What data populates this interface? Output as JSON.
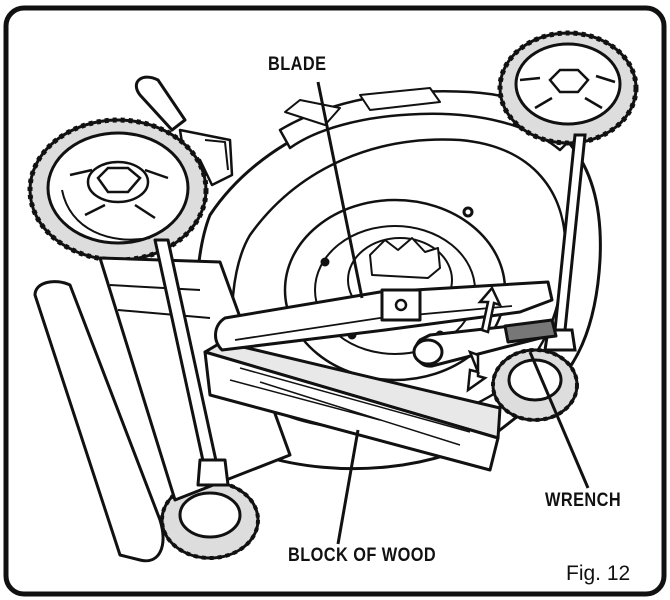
{
  "figure": {
    "labels": {
      "blade": "BLADE",
      "wrench": "WRENCH",
      "block_of_wood": "BLOCK OF WOOD"
    },
    "caption": "Fig. 12"
  },
  "parts": {
    "icons": [
      "mower-deck-icon",
      "rear-wheel-icon",
      "front-wheel-icon",
      "blade-icon",
      "wrench-icon",
      "wood-block-icon",
      "direction-arrow-icon"
    ]
  },
  "colors": {
    "ink": "#111111",
    "paper": "#ffffff"
  }
}
